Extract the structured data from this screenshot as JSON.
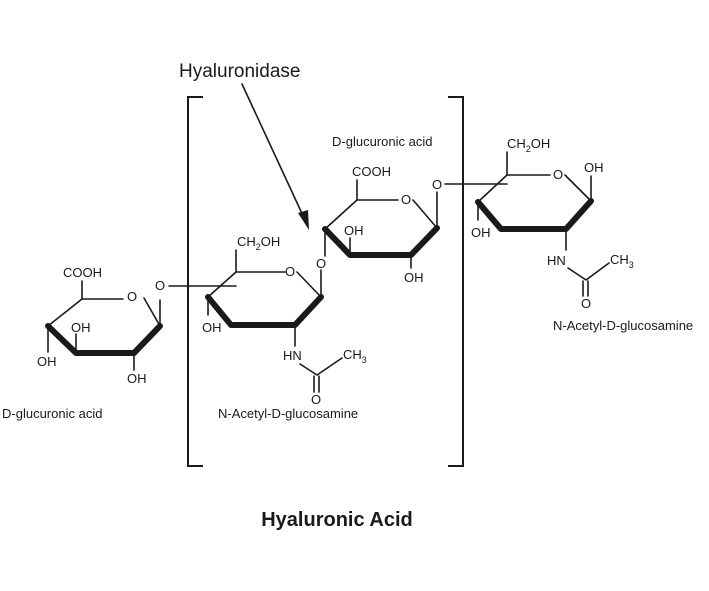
{
  "enzyme_label": "Hyaluronidase",
  "title": "Hyaluronic Acid",
  "residues": [
    {
      "name": "D-glucuronic acid"
    },
    {
      "name": "N-Acetyl-D-glucosamine"
    },
    {
      "name": "D-glucuronic acid"
    },
    {
      "name": "N-Acetyl-D-glucosamine"
    }
  ],
  "groups": {
    "carboxyl": "COOH",
    "hydroxymethyl_main": "CH",
    "hydroxymethyl_sub": "2",
    "hydroxymethyl_tail": "OH",
    "hydroxyl": "OH",
    "ring_oxygen": "O",
    "glycosidic_oxygen": "O",
    "amide_nitrogen": "HN",
    "methyl_main": "CH",
    "methyl_sub": "3",
    "carbonyl_oxygen": "O"
  }
}
